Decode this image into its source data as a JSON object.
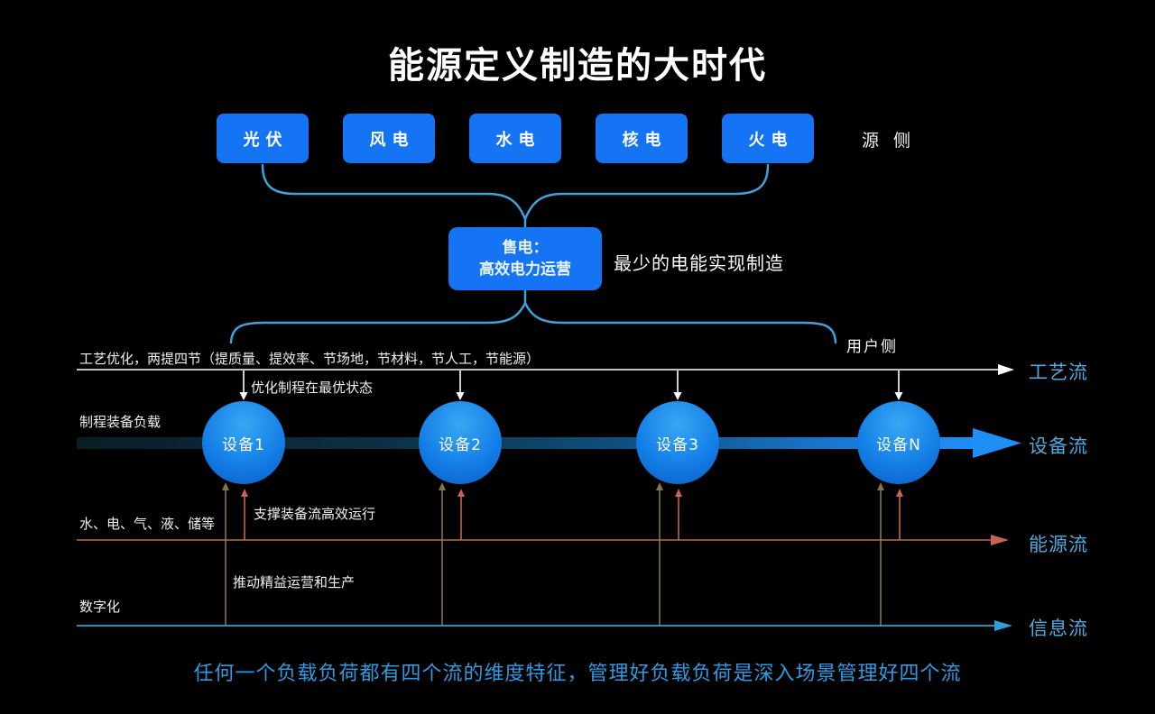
{
  "title": "能源定义制造的大时代",
  "source_side": {
    "nodes": [
      "光伏",
      "风电",
      "水电",
      "核电",
      "火电"
    ],
    "side_label": "源侧"
  },
  "sale_node": {
    "line1": "售电：",
    "line2": "高效电力运营",
    "note": "最少的电能实现制造"
  },
  "user_side_label": "用户侧",
  "flows": {
    "process": {
      "left_label": "工艺优化，两提四节（提质量、提效率、节场地，节材料，节人工，节能源）",
      "annotation": "优化制程在最优状态",
      "flow_label": "工艺流"
    },
    "device": {
      "left_label": "制程装备负载",
      "flow_label": "设备流",
      "nodes": [
        "设备1",
        "设备2",
        "设备3",
        "设备N"
      ]
    },
    "energy": {
      "left_label": "水、电、气、液、储等",
      "annotation": "支撑装备流高效运行",
      "flow_label": "能源流"
    },
    "info": {
      "left_label": "数字化",
      "annotation": "推动精益运营和生产",
      "flow_label": "信息流"
    }
  },
  "caption": "任何一个负载负荷都有四个流的维度特征，管理好负载负荷是深入场景管理好四个流",
  "colors": {
    "background": "#000000",
    "node_blue": "#1474f4",
    "brace_blue": "#3fa2da",
    "flow_label_blue": "#4fabdf",
    "device_band_blue": "#1f8ef5",
    "energy_red": "#c8654e",
    "info_blue": "#2aa2d6",
    "digital_olive": "#85753e",
    "caption_blue": "#2d9be4",
    "process_white": "#ffffff"
  }
}
